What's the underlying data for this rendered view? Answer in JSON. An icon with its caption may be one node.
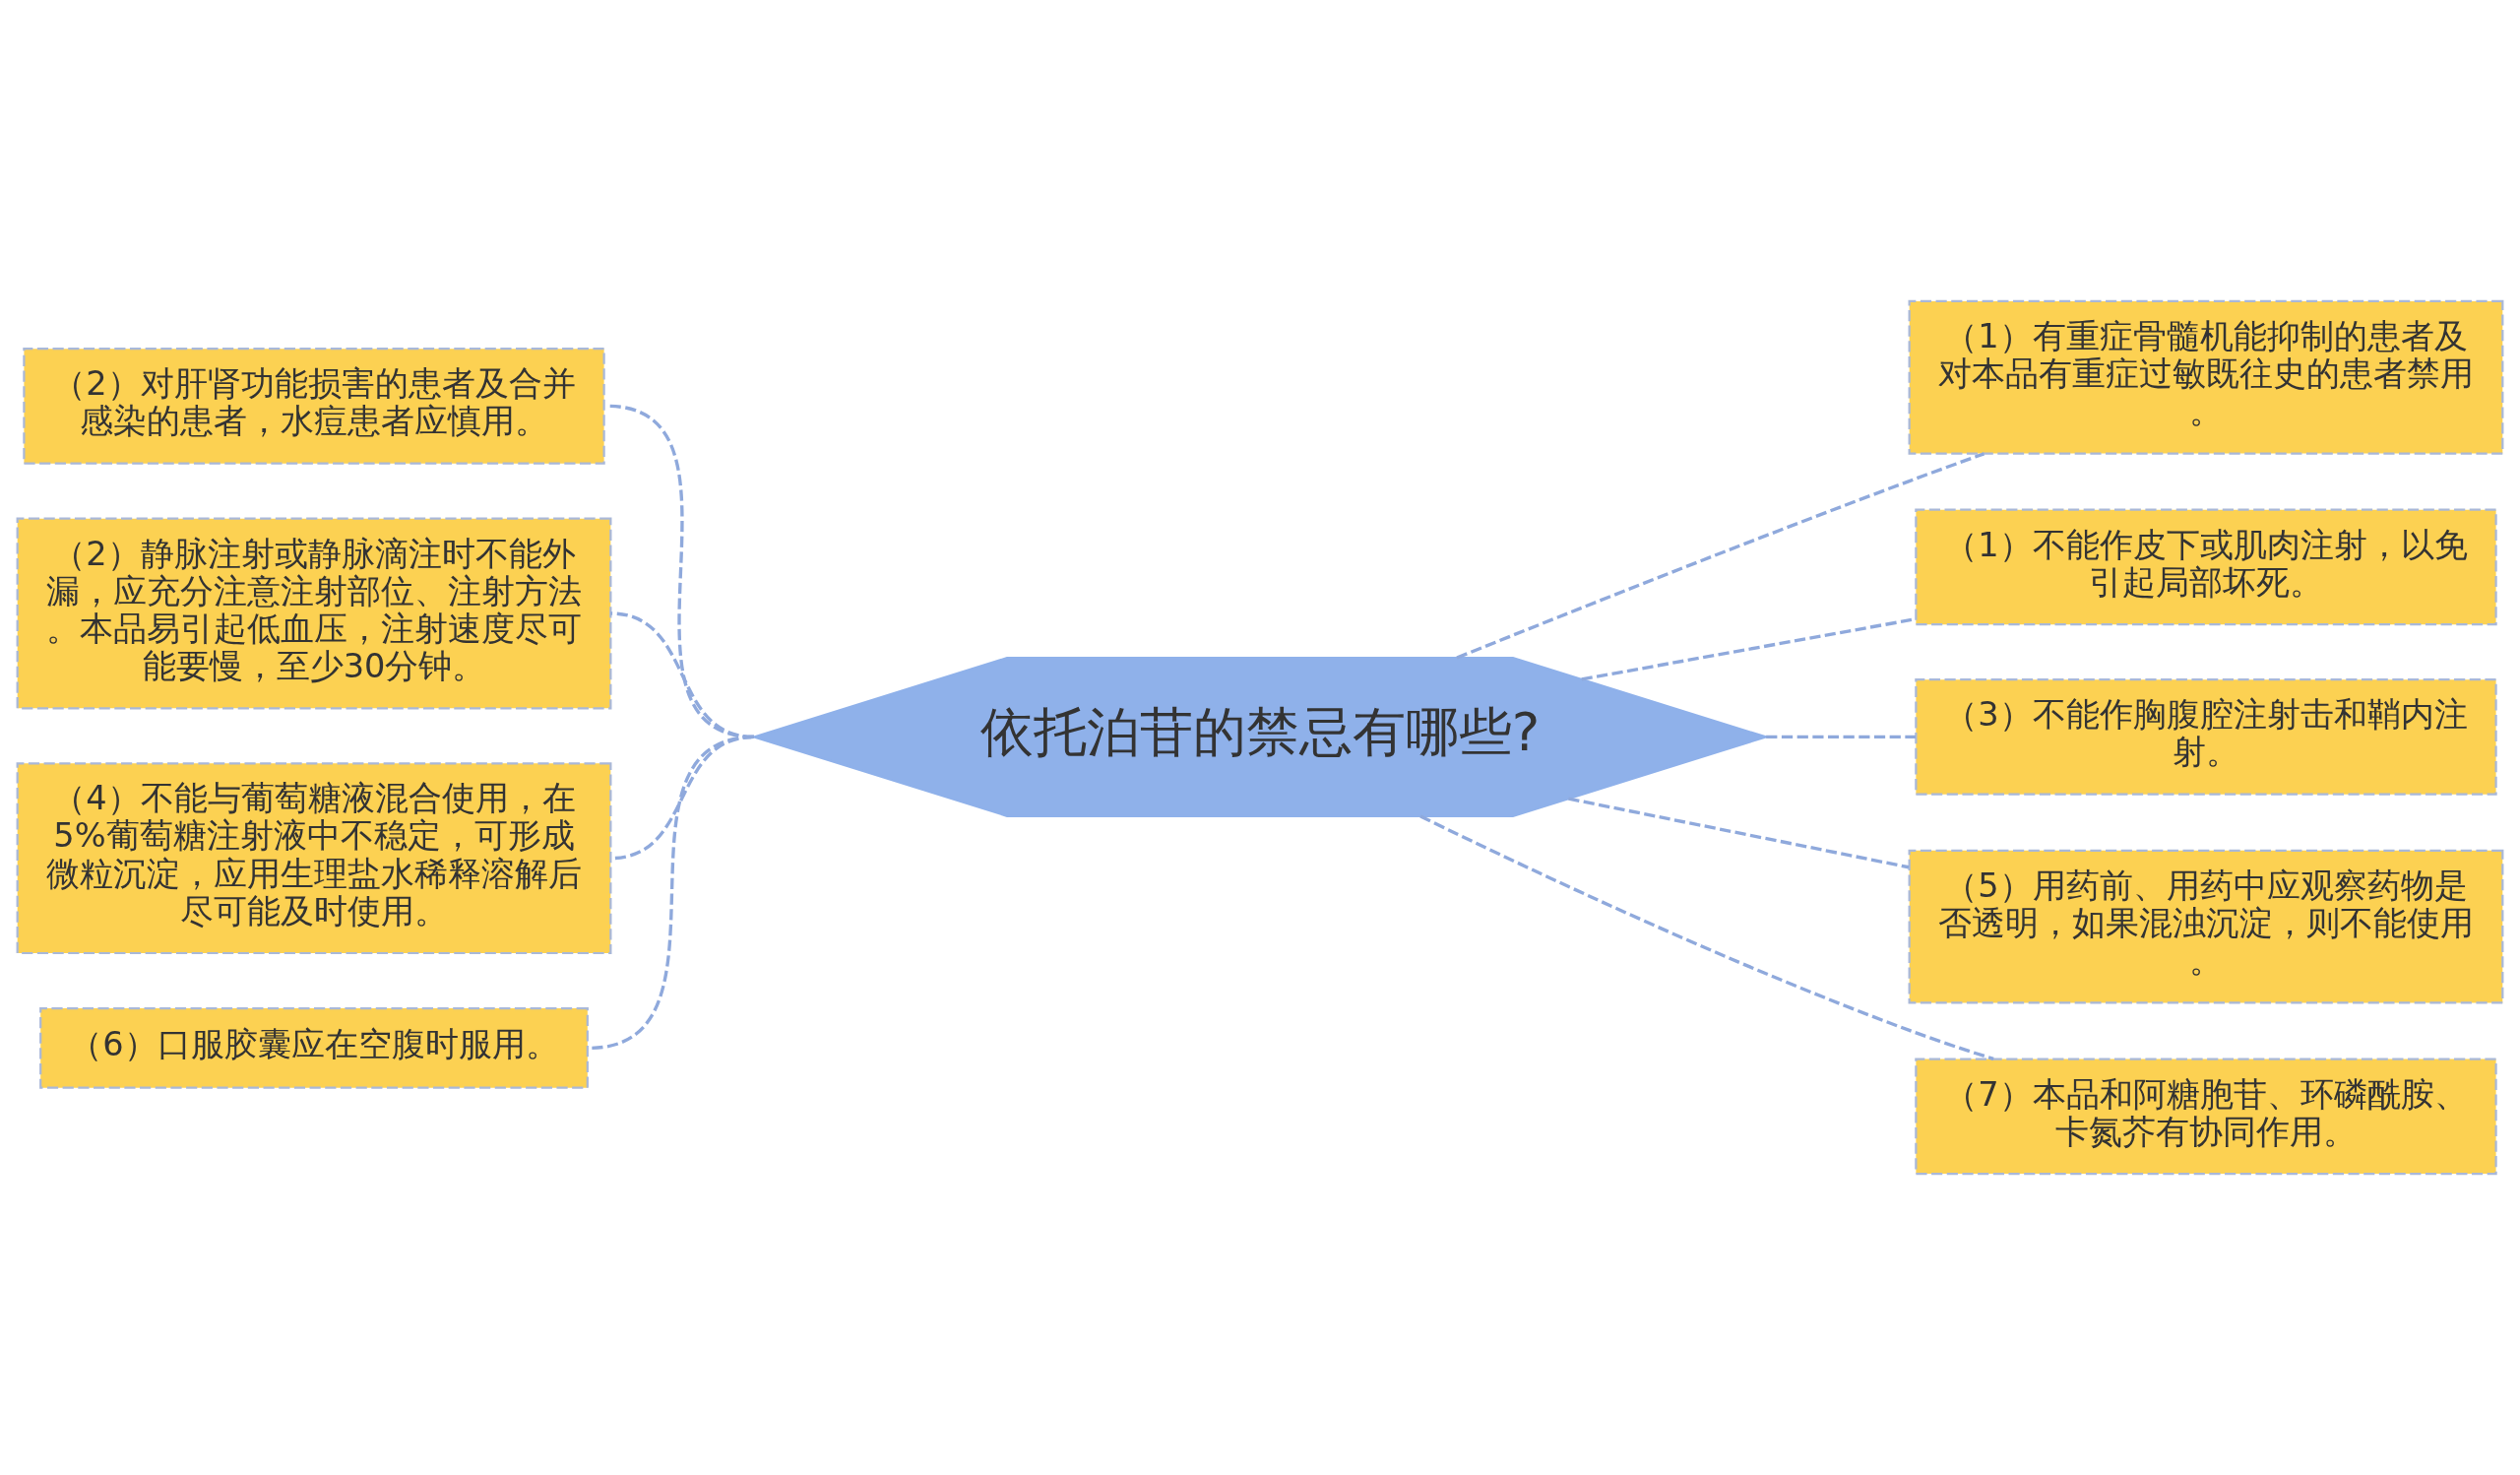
{
  "diagram": {
    "nodes": [
      {
        "text": [
          "依托泊苷的禁忌有哪些?"
        ]
      },
      {
        "text": [
          "（2）对肝肾功能损害的患者及合并感染的患者，水痘患者应慎用。"
        ]
      },
      {
        "text": [
          "（2）静脉注射或静脉滴注时不能外漏，应充分注意注射部位、注射方法。本品易引起低血压，注射速度尽可能要慢，至少30分钟。"
        ]
      },
      {
        "text": [
          "（4）不能与葡萄糖液混合使用，在5%葡萄糖注射液中不稳定，可形成微粒沉淀，应用生理盐水稀释溶解后尽可能及时使用。"
        ]
      },
      {
        "text": [
          "（6）口服胶囊应在空腹时服用。"
        ]
      },
      {
        "text": [
          "（1）有重症骨髓机能抑制的患者及对本品有重症过敏既往史的患者禁用。"
        ]
      },
      {
        "text": [
          "（1）不能作皮下或肌肉注射，以免引起局部坏死。"
        ]
      },
      {
        "text": [
          "（3）不能作胸腹腔注射击和鞘内注射。"
        ]
      },
      {
        "text": [
          "（5）用药前、用药中应观察药物是否透明，如果混浊沉淀，则不能使用。"
        ]
      },
      {
        "text": [
          "（7）本品和阿糖胞苷、环磷酰胺、卡氮芥有协同作用。"
        ]
      }
    ],
    "edges": [
      {
        "from": 0,
        "to": 1,
        "arrow": "none",
        "style": "dashed"
      },
      {
        "from": 0,
        "to": 2,
        "arrow": "none",
        "style": "dashed"
      },
      {
        "from": 0,
        "to": 3,
        "arrow": "none",
        "style": "dashed"
      },
      {
        "from": 0,
        "to": 4,
        "arrow": "none",
        "style": "dashed"
      },
      {
        "from": 0,
        "to": 5,
        "arrow": "none",
        "style": "dashed"
      },
      {
        "from": 0,
        "to": 6,
        "arrow": "none",
        "style": "dashed"
      },
      {
        "from": 0,
        "to": 7,
        "arrow": "none",
        "style": "dashed"
      },
      {
        "from": 0,
        "to": 8,
        "arrow": "none",
        "style": "dashed"
      },
      {
        "from": 0,
        "to": 9,
        "arrow": "none",
        "style": "dashed"
      }
    ]
  }
}
